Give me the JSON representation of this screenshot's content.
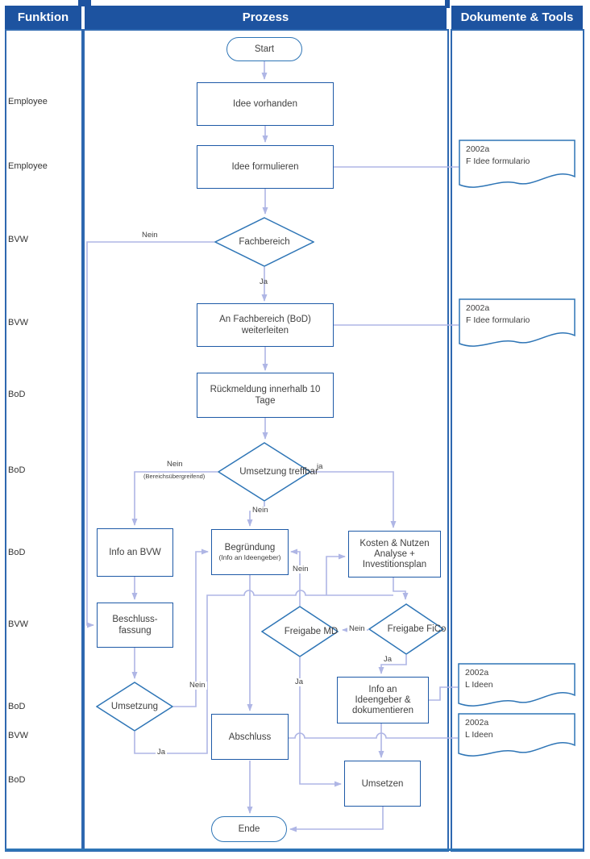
{
  "header": {
    "columns": [
      "Funktion",
      "Prozess",
      "Dokumente & Tools"
    ]
  },
  "functions": [
    "Employee",
    "Employee",
    "BVW",
    "BVW",
    "BoD",
    "BoD",
    "BoD",
    "BVW",
    "BoD",
    "BVW",
    "BoD"
  ],
  "nodes": {
    "start": "Start",
    "idee_vorhanden": "Idee vorhanden",
    "idee_formulieren": "Idee formulieren",
    "fachbereich": "Fachbereich",
    "an_fachbereich": "An Fachbereich (BoD) weiterleiten",
    "rueckmeldung": "Rückmeldung innerhalb 10 Tage",
    "umsetzung_treffbar": "Umsetzung treffbar",
    "info_an_bvw": "Info an BVW",
    "begruendung": "Begründung",
    "begruendung_sub": "(Info an Ideengeber)",
    "kosten_nutzen": "Kosten & Nutzen Analyse + Investitionsplan",
    "beschlussfassung": "Beschluss-fassung",
    "freigabe_md": "Freigabe MD",
    "freigabe_fico": "Freigabe FiCo",
    "umsetzung": "Umsetzung",
    "info_ideengeber": "Info an Ideengeber & dokumentieren",
    "abschluss": "Abschluss",
    "umsetzen": "Umsetzen",
    "ende": "Ende"
  },
  "documents": [
    {
      "code": "2002a",
      "name": "F Idee formulario"
    },
    {
      "code": "2002a",
      "name": "F Idee formulario"
    },
    {
      "code": "2002a",
      "name": "L Ideen"
    },
    {
      "code": "2002a",
      "name": "L Ideen"
    }
  ],
  "edge_labels": {
    "nein_fachbereich": "Nein",
    "ja_fachbereich": "Ja",
    "nein_treffbar": "Nein",
    "bereichsuebergreifend": "(Bereichsübergreifend)",
    "nein_treffbar_down": "Nein",
    "ja_treffbar": "ja",
    "nein_md": "Nein",
    "nein_fico": "Nein",
    "ja_fico": "Ja",
    "ja_md": "Ja",
    "nein_umsetzung": "Nein",
    "ja_umsetzung": "Ja"
  },
  "colors": {
    "header_bg": "#1d53a0",
    "lane_border": "#2e68b0",
    "shape_border": "#1e5aa7",
    "diamond_border": "#2e75b6",
    "connector": "#afb6e5",
    "text": "#3f3f3f"
  }
}
